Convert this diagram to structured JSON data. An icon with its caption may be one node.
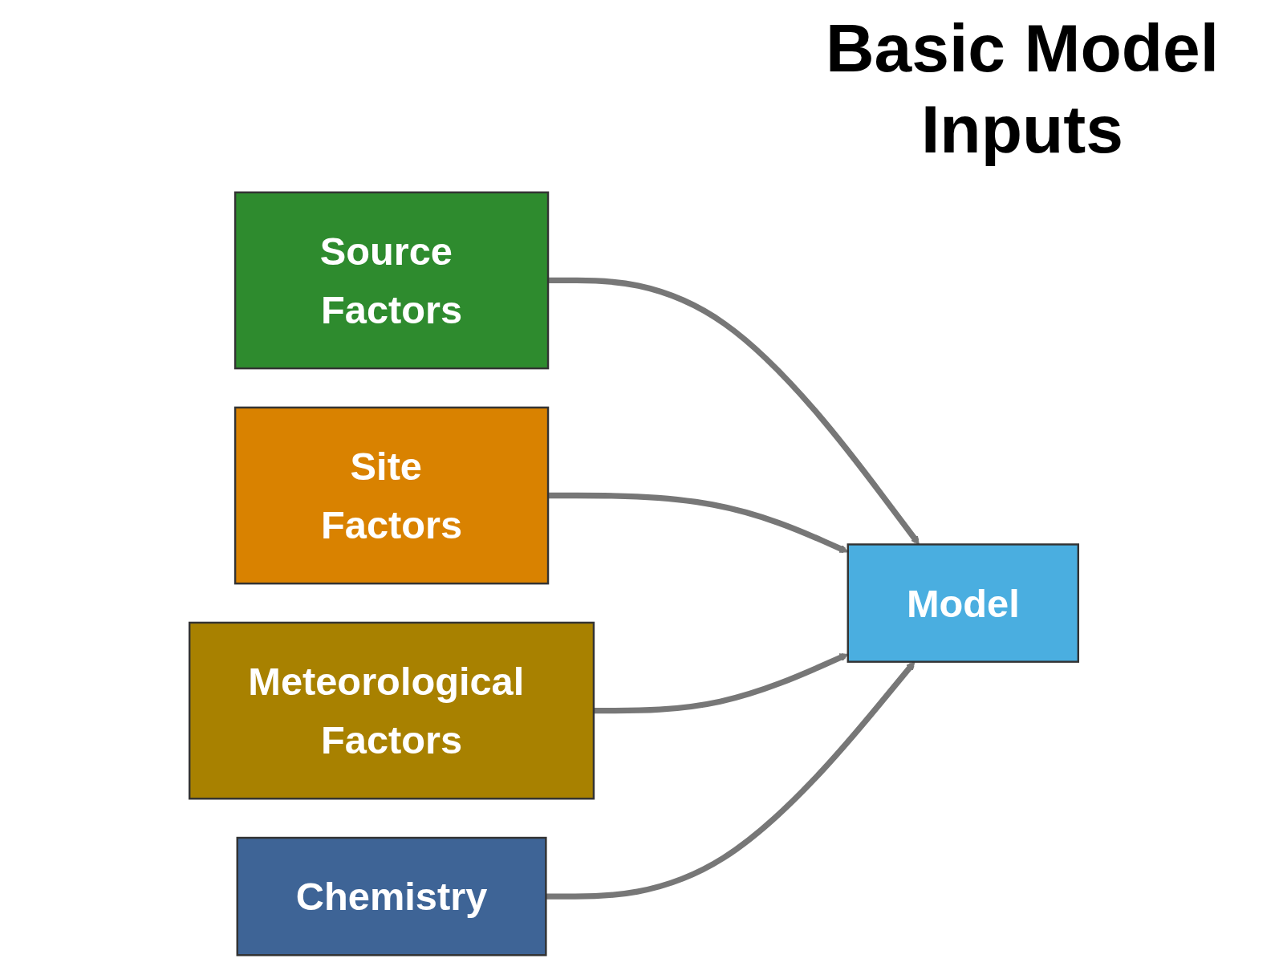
{
  "diagram": {
    "title": "Basic Model Inputs",
    "nodes": [
      {
        "text": [
          "Source Factors"
        ]
      },
      {
        "text": [
          "Site Factors"
        ]
      },
      {
        "text": [
          "Meteorological Factors"
        ]
      },
      {
        "text": [
          "Chemistry"
        ]
      },
      {
        "text": [
          "Model"
        ]
      }
    ],
    "edges": [
      {
        "from": 0,
        "to": 4,
        "arrow": "to"
      },
      {
        "from": 1,
        "to": 4,
        "arrow": "to"
      },
      {
        "from": 2,
        "to": 4,
        "arrow": "to"
      },
      {
        "from": 3,
        "to": 4,
        "arrow": "to"
      }
    ]
  }
}
